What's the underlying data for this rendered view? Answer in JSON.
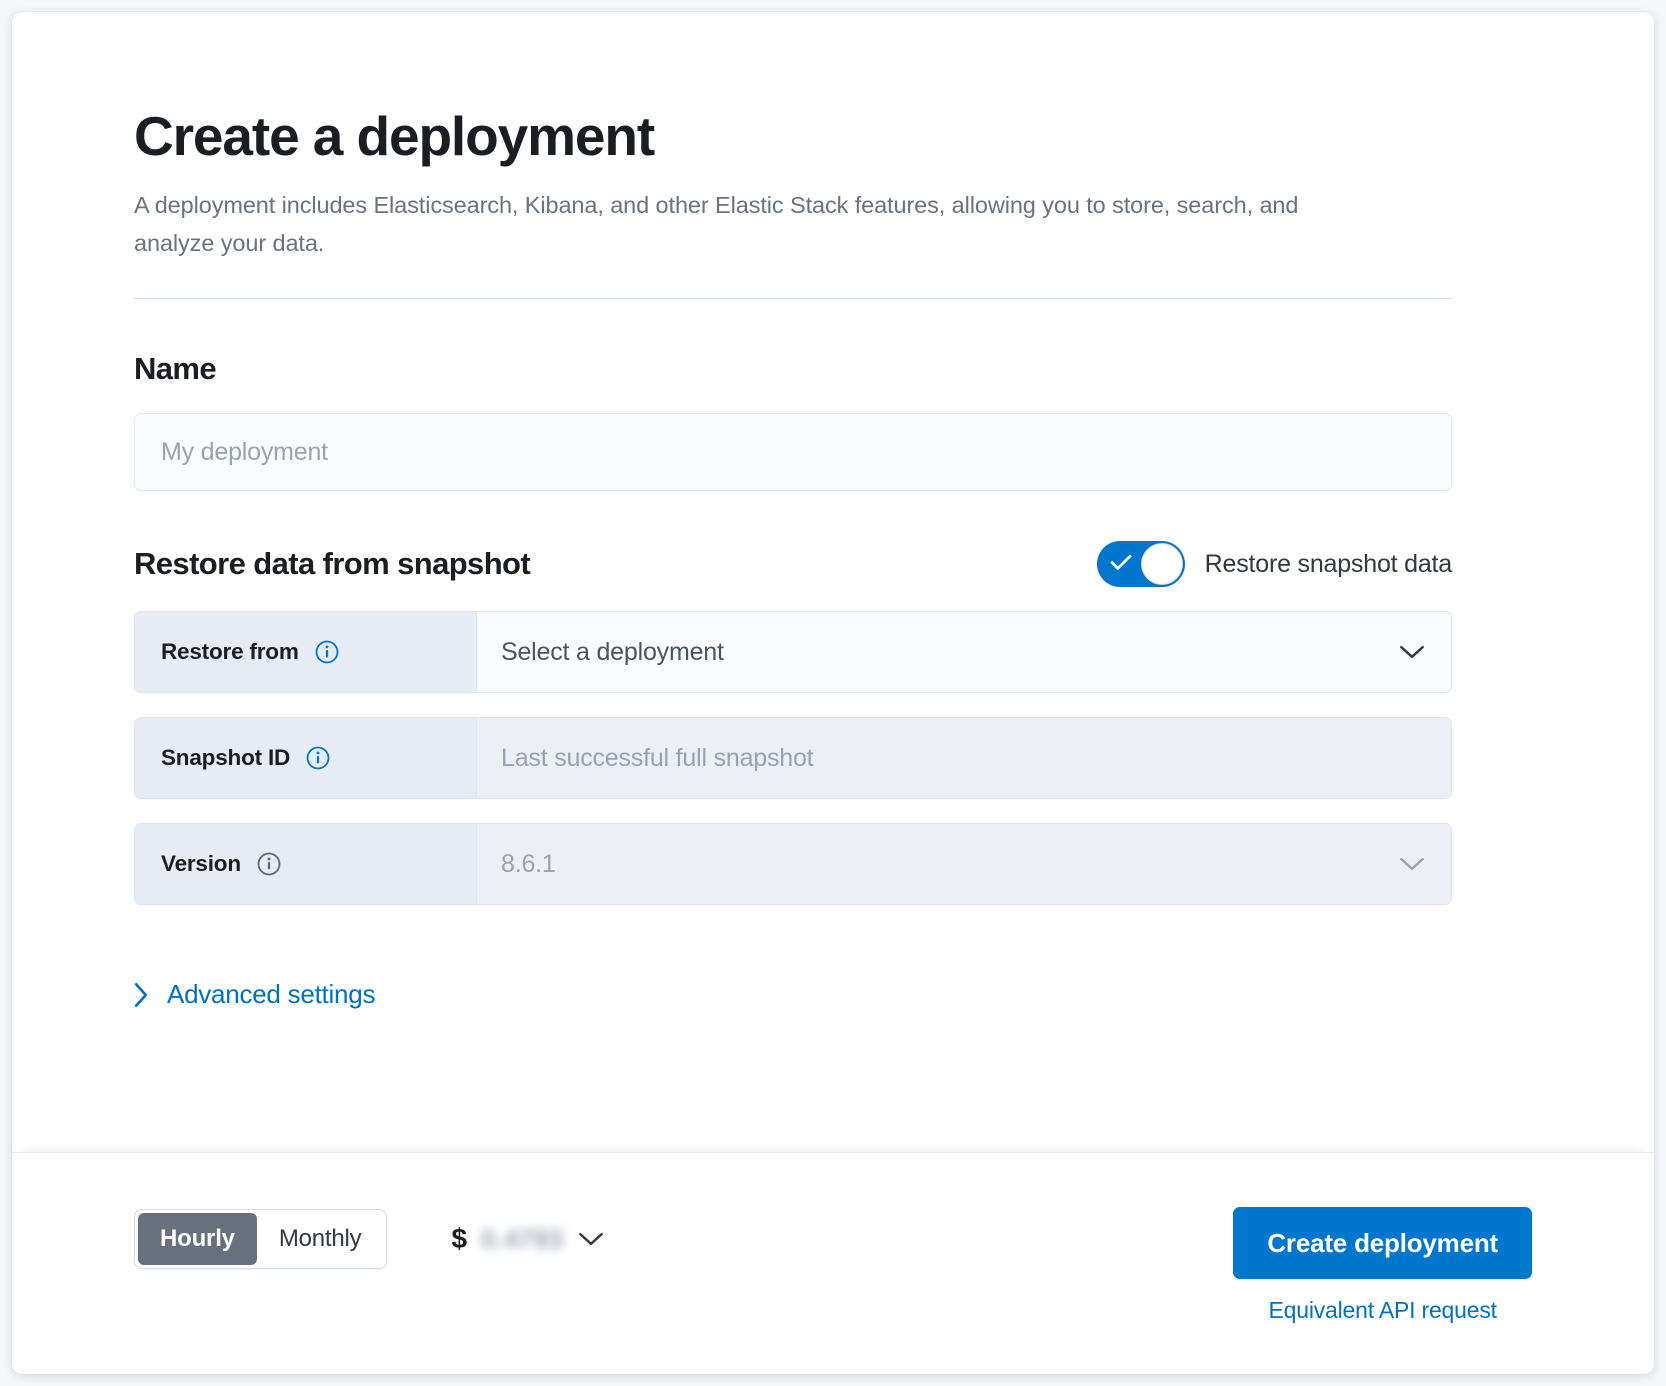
{
  "header": {
    "title": "Create a deployment",
    "description": "A deployment includes Elasticsearch, Kibana, and other Elastic Stack features, allowing you to store, search, and analyze your data."
  },
  "name_section": {
    "heading": "Name",
    "placeholder": "My deployment",
    "value": ""
  },
  "restore_section": {
    "heading": "Restore data from snapshot",
    "toggle_label": "Restore snapshot data",
    "toggle_on": true,
    "rows": [
      {
        "label": "Restore from",
        "value": "Select a deployment",
        "icon": "info-icon",
        "control": "dropdown",
        "disabled": false
      },
      {
        "label": "Snapshot ID",
        "value": "Last successful full snapshot",
        "icon": "info-icon",
        "control": "text",
        "disabled": true
      },
      {
        "label": "Version",
        "value": "8.6.1",
        "icon": "info-icon",
        "control": "dropdown",
        "disabled": true
      }
    ],
    "advanced_settings": "Advanced settings"
  },
  "footer": {
    "billing_options": [
      "Hourly",
      "Monthly"
    ],
    "billing_selected": "Hourly",
    "price_currency": "$",
    "price_value": "0.4793",
    "price_obscured": true,
    "create_button": "Create deployment",
    "api_link": "Equivalent API request"
  },
  "colors": {
    "accent_blue": "#0077cc",
    "link_blue": "#0071c2",
    "label_bg": "#e7ebf3",
    "disabled_bg": "#eceff4",
    "text_dark": "#1b1d22",
    "text_muted": "#6a7282",
    "segment_active": "#69707d"
  }
}
